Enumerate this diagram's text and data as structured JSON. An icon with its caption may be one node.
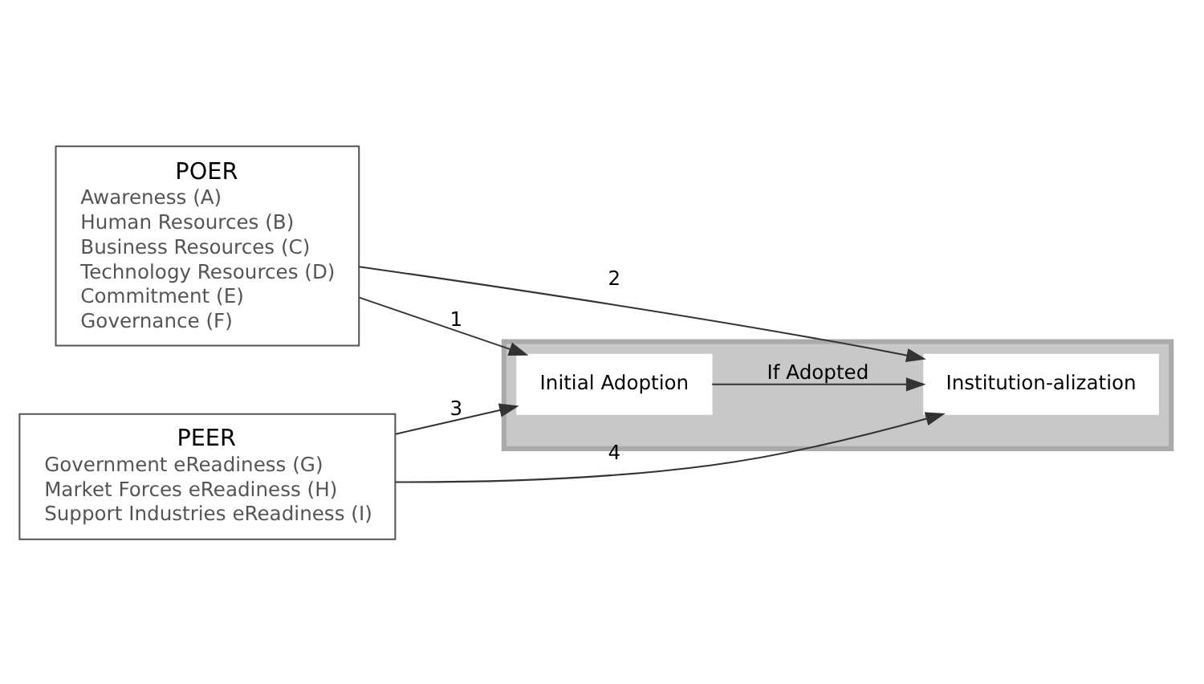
{
  "diagram": {
    "nodes": [
      {
        "text": [
          "POER",
          "Awareness (A)",
          "Human Resources (B)",
          "Business Resources (C)",
          "Technology Resources (D)",
          "Commitment (E)",
          "Governance (F)"
        ]
      },
      {
        "text": [
          "PEER",
          "Government eReadiness (G)",
          "Market Forces eReadiness (H)",
          "Support Industries eReadiness (I)"
        ]
      },
      {
        "text": [],
        "shape": "box"
      },
      {
        "text": [
          "Initial Adoption"
        ],
        "in": 2
      },
      {
        "text": [
          "Institution-alization"
        ],
        "in": 2
      }
    ],
    "edges": [
      {
        "from": 0,
        "to": 4,
        "arrow": "to",
        "label": "2"
      },
      {
        "from": 0,
        "to": 3,
        "arrow": "to",
        "label": "1"
      },
      {
        "from": 3,
        "to": 4,
        "arrow": "to",
        "label": "If Adopted"
      },
      {
        "from": 1,
        "to": 3,
        "arrow": "to",
        "label": "3"
      },
      {
        "from": 1,
        "to": 4,
        "arrow": "to",
        "label": "4"
      }
    ]
  }
}
